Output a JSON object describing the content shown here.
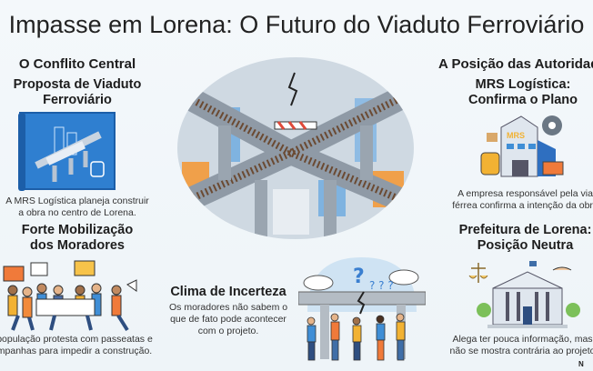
{
  "title": "Impasse em Lorena: O Futuro do Viaduto Ferroviário",
  "left": {
    "section_title": "O Conflito Central",
    "card1": {
      "title_line1": "Proposta de Viaduto",
      "title_line2": "Ferroviário",
      "text_line1": "A MRS Logística planeja construir",
      "text_line2": "a obra no centro de Lorena."
    },
    "card2": {
      "title_line1": "Forte Mobilização",
      "title_line2": "dos Moradores",
      "text_line1": "população protesta com passeatas e",
      "text_line2": "mpanhas para impedir a construção."
    }
  },
  "center": {
    "title": "Clima de Incerteza",
    "text_line1": "Os moradores não sabem o",
    "text_line2": "que de fato pode acontecer",
    "text_line3": "com o projeto."
  },
  "right": {
    "section_title": "A Posição das Autoridad",
    "card1": {
      "title_line1": "MRS Logística:",
      "title_line2": "Confirma o Plano",
      "logo": "MRS",
      "text_line1": "A empresa responsável pela via",
      "text_line2": "férrea confirma a intenção da obra"
    },
    "card2": {
      "title_line1": "Prefeitura de Lorena:",
      "title_line2": "Posição Neutra",
      "text_line1": "Alega ter pouca informação, mas",
      "text_line2": "não se mostra contrária ao projeto"
    }
  },
  "watermark": "N"
}
